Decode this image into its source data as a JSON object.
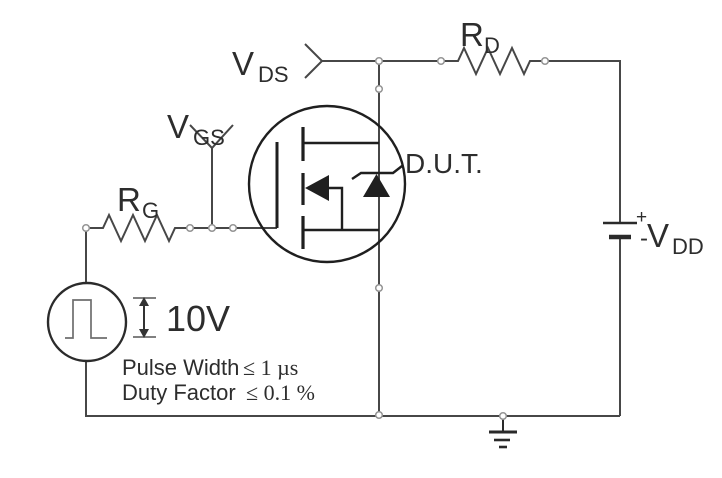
{
  "labels": {
    "vds": {
      "main": "V",
      "sub": "DS"
    },
    "rd": {
      "main": "R",
      "sub": "D"
    },
    "vgs": {
      "main": "V",
      "sub": "GS"
    },
    "rg": {
      "main": "R",
      "sub": "G"
    },
    "vdd": {
      "main": "V",
      "sub": "DD"
    },
    "dut": "D.U.T.",
    "battery": {
      "plus": "+",
      "minus": "-"
    }
  },
  "pulse_source": {
    "amplitude": "10V",
    "pulse_width": {
      "label": "Pulse Width",
      "condition": "≤ 1 µs"
    },
    "duty_factor": {
      "label": "Duty Factor",
      "condition": "≤ 0.1 %"
    }
  },
  "colors": {
    "background": "#ffffff",
    "wire": "#474747",
    "symbol": "#1f1f1f",
    "text": "#2d2d2d",
    "junction_stroke": "#949494",
    "waveform": "#6e6e6e"
  }
}
